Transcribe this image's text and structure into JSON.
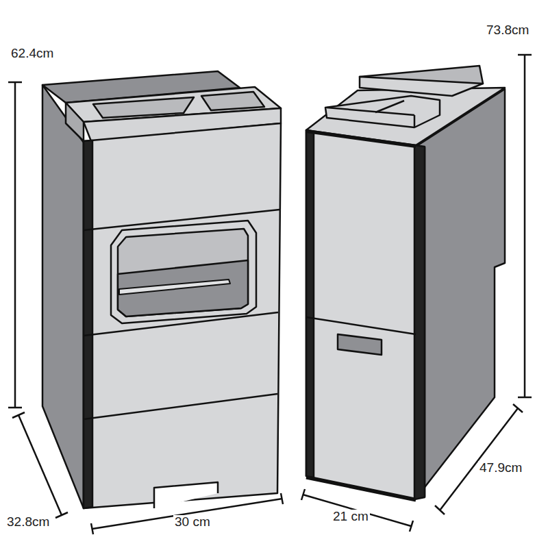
{
  "diagram": {
    "labels": [
      "62.4cm",
      "73.8cm",
      "32.8cm",
      "30 cm",
      "21 cm",
      "47.9cm"
    ]
  }
}
